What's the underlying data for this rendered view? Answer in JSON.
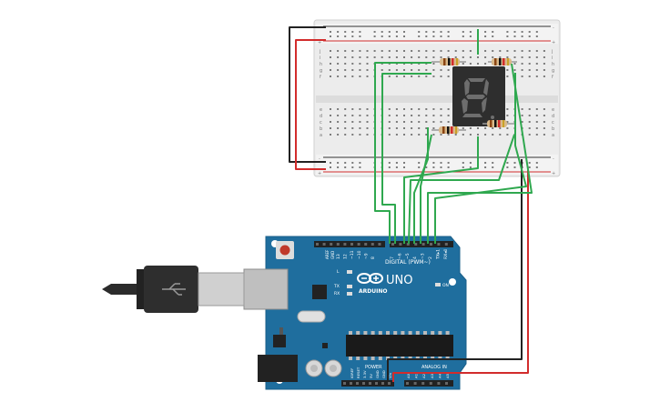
{
  "board": {
    "brand": "ARDUINO",
    "model": "UNO",
    "digital_header_label": "DIGITAL (PWM~)",
    "analog_header_label": "ANALOG IN",
    "power_header_label": "POWER",
    "on_label": "ON",
    "tx_label": "TX",
    "rx_label": "RX",
    "l_label": "L",
    "aref_label": "AREF",
    "gnd_label": "GND",
    "digital_pins": [
      "13",
      "12",
      "~11",
      "~10",
      "~9",
      "8",
      "7",
      "~6",
      "~5",
      "4",
      "~3",
      "2",
      "TX▸1",
      "RX◂0"
    ],
    "power_pins": [
      "IOREF",
      "RESET",
      "3.3V",
      "5V",
      "GND",
      "GND",
      "Vin"
    ],
    "analog_pins": [
      "A0",
      "A1",
      "A2",
      "A3",
      "A4",
      "A5"
    ]
  },
  "breadboard": {
    "row_letters_top": [
      "j",
      "i",
      "h",
      "g",
      "f"
    ],
    "row_letters_bottom": [
      "e",
      "d",
      "c",
      "b",
      "a"
    ],
    "rail_plus": "+",
    "rail_minus": "-"
  },
  "display": {
    "segment_color": "#6e6e6e",
    "body_color": "#2e2e2e"
  },
  "colors": {
    "board": "#1f6e9e",
    "wire_green": "#2fa84f",
    "wire_red": "#d22c2c",
    "wire_black": "#222222",
    "breadboard": "#ececec"
  }
}
